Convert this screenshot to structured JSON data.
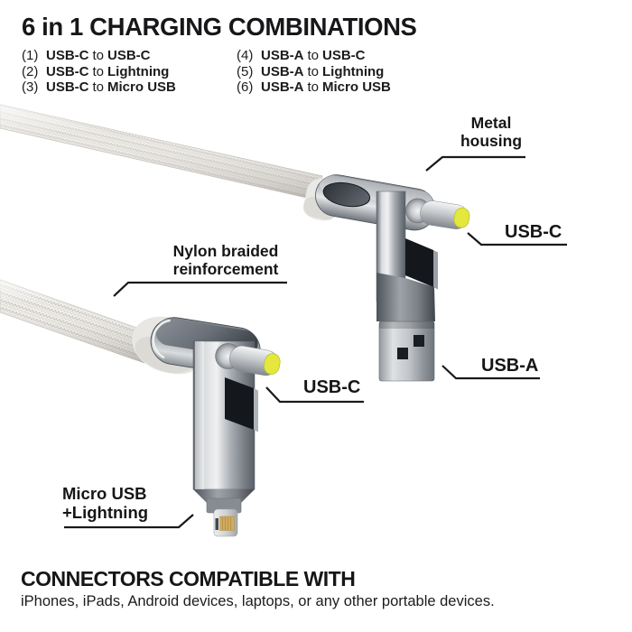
{
  "header": {
    "title": "6 in 1 CHARGING COMBINATIONS"
  },
  "combinations": {
    "column1": [
      {
        "num": "(1)",
        "a": "USB-C",
        "word": "to",
        "b": "USB-C"
      },
      {
        "num": "(2)",
        "a": "USB-C",
        "word": "to",
        "b": "Lightning"
      },
      {
        "num": "(3)",
        "a": "USB-C",
        "word": "to",
        "b": "Micro USB"
      }
    ],
    "column2": [
      {
        "num": "(4)",
        "a": "USB-A",
        "word": "to",
        "b": "USB-C"
      },
      {
        "num": "(5)",
        "a": "USB-A",
        "word": "to",
        "b": "Lightning"
      },
      {
        "num": "(6)",
        "a": "USB-A",
        "word": "to",
        "b": "Micro USB"
      }
    ]
  },
  "annotations": {
    "metal_housing": {
      "line1": "Metal",
      "line2": "housing"
    },
    "usb_c_top": "USB-C",
    "usb_a": "USB-A",
    "nylon": {
      "line1": "Nylon braided",
      "line2": "reinforcement"
    },
    "usb_c_mid": "USB-C",
    "micro_lightning": {
      "line1": "Micro USB",
      "line2": "+Lightning"
    }
  },
  "footer": {
    "heading": "CONNECTORS COMPATIBLE WITH",
    "description": "iPhones, iPads, Android devices, laptops, or any other portable devices."
  },
  "colors": {
    "usb_c_tip": "#e4e73c",
    "lightning_contacts": "#d1ab5f",
    "cable_braid": "#f3f1ed",
    "leader_line": "#1a1a1a"
  }
}
